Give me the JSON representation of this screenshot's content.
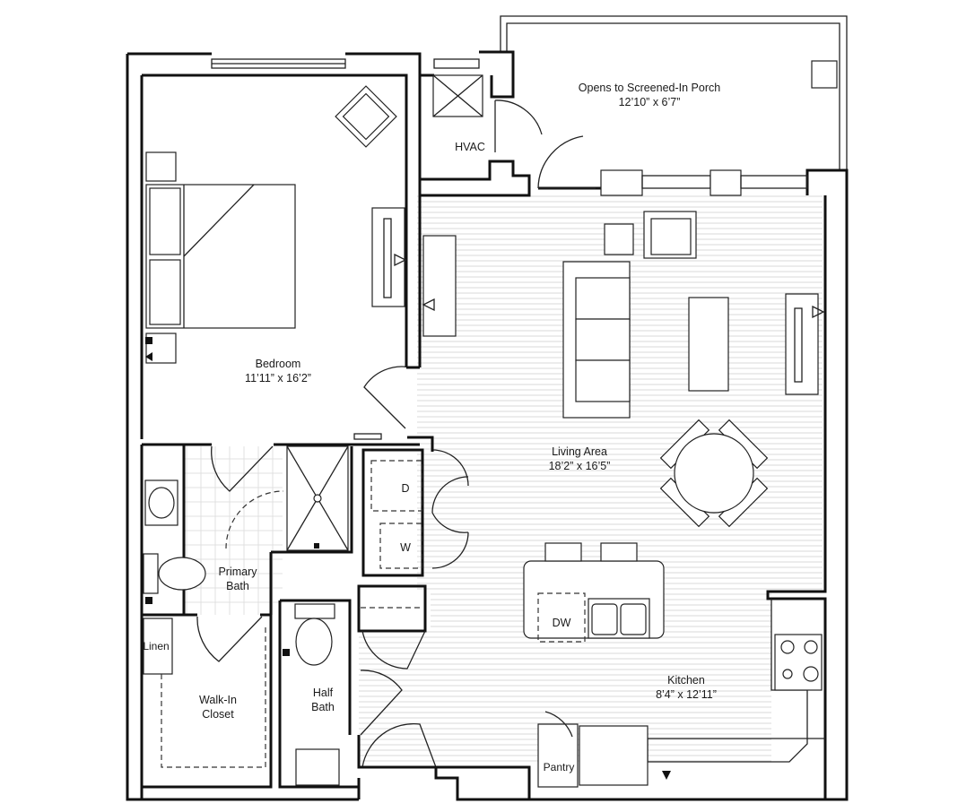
{
  "rooms": {
    "porch": {
      "name": "Opens to Screened-In Porch",
      "dims": "12’10” x 6’7”"
    },
    "hvac": {
      "name": "HVAC"
    },
    "bedroom": {
      "name": "Bedroom",
      "dims": "11’11” x 16’2”"
    },
    "living": {
      "name": "Living Area",
      "dims": "18’2” x 16’5”"
    },
    "primary_bath": {
      "name_line1": "Primary",
      "name_line2": "Bath"
    },
    "walk_in_closet": {
      "name_line1": "Walk-In",
      "name_line2": "Closet"
    },
    "linen": {
      "name": "Linen"
    },
    "half_bath": {
      "name_line1": "Half",
      "name_line2": "Bath"
    },
    "kitchen": {
      "name": "Kitchen",
      "dims": "8’4” x 12’11”"
    },
    "pantry": {
      "name": "Pantry"
    }
  },
  "appliances": {
    "dryer": "D",
    "washer": "W",
    "dishwasher": "DW"
  }
}
